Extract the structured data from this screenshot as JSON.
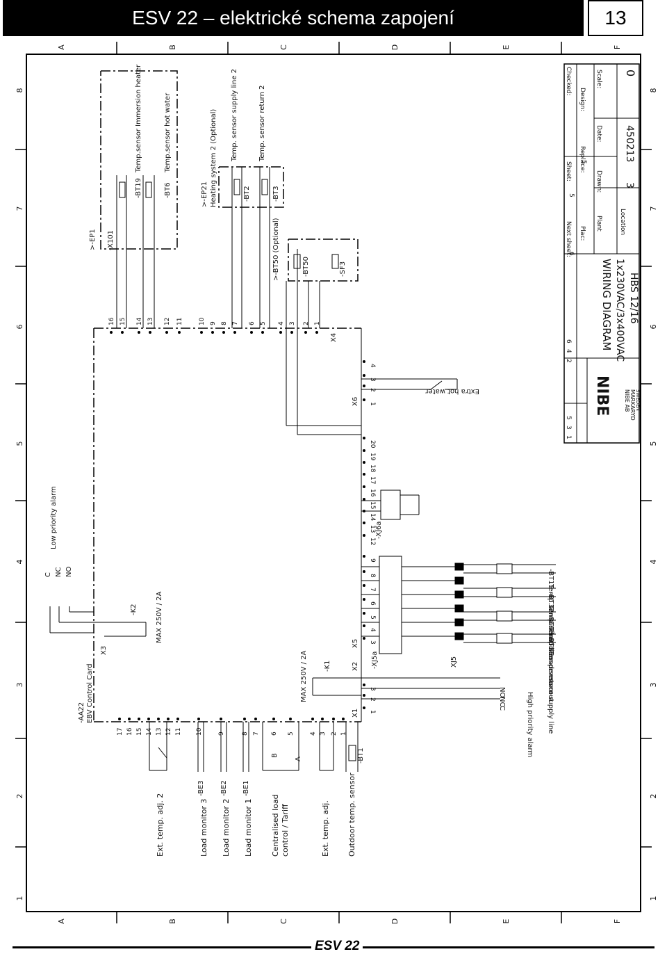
{
  "header": {
    "title": "ESV 22 – elektrické schema zapojení",
    "page_number": "13"
  },
  "footer": {
    "label": "ESV 22"
  },
  "grid": {
    "columns": [
      "A",
      "B",
      "C",
      "D",
      "E",
      "F"
    ],
    "rows": [
      "1",
      "2",
      "3",
      "4",
      "5",
      "6",
      "7",
      "8"
    ]
  },
  "left_labels": [
    {
      "id": "ext2",
      "text": "Ext. temp. adj. 2"
    },
    {
      "id": "lm3",
      "text": "Load monitor 3"
    },
    {
      "id": "lm2",
      "text": "Load monitor 2"
    },
    {
      "id": "lm1",
      "text": "Load monitor 1"
    },
    {
      "id": "cl1",
      "text": "Centralised load"
    },
    {
      "id": "cl2",
      "text": "control / Tariff"
    },
    {
      "id": "ext1",
      "text": "Ext. temp. adj."
    },
    {
      "id": "outdoor",
      "text": "Outdoor temp. sensor"
    }
  ],
  "components": {
    "be3": "-BE3",
    "be2": "-BE2",
    "be1": "-BE1",
    "bt1": "-BT1",
    "k1": "-K1",
    "k2": "-K2",
    "aa22": "-AA22",
    "aa22_desc": "EBV Control Card",
    "x1": "X1",
    "x2": "X2",
    "x3": "X3",
    "x4": "X4",
    "x5": "X5",
    "x6": "X6",
    "xj5a": "-XJ5a",
    "xj6a": "-XJ6a",
    "xj5": "XJ5",
    "max1": "MAX 250V / 2A",
    "max2": "MAX 250V / 2A",
    "low_alarm": "Low priority alarm",
    "high_alarm": "High priority alarm",
    "extra_hot": "Extra hot water",
    "ep1": ">-EP1",
    "x101": "-X101",
    "bt19": "-BT19",
    "bt6": "-BT6",
    "t_imm": "Temp.sensor Immersion heater",
    "t_hot": "Temp.sensor hot water",
    "ep21": ">-EP21",
    "hs2": "Heating system 2 (Optional)",
    "bt2": "-BT2",
    "bt3": "-BT3",
    "t_sup2": "Temp. sensor supply line 2",
    "t_ret2": "Temp. sensor return 2",
    "bt50_opt": ">-BT50 (Optional)",
    "bt50": "-BT50",
    "sf3": "-SF3",
    "bt15": "-BT15",
    "bt12": "-BT12",
    "bt3b": "-BT3",
    "bt2b": "-BT2",
    "t_fluid": "Temp.sensor fluid line",
    "t_cond": "Temp.sensor Condensor out",
    "t_ret": "Temp.sensor return",
    "t_sup": "Temp.sensor supply line",
    "c": "C",
    "nc": "NC",
    "no": "NO",
    "a": "A",
    "b": "B"
  },
  "title_block": {
    "next_sheet": "Next sheet:",
    "next_sheet_val": "6",
    "sheet": "Sheet:",
    "sheet_val": "5",
    "checked": "Checked:",
    "plac": "Plac:",
    "replace": "Replace:",
    "replace_val": "5",
    "design": "Design:",
    "scale": "Scale:",
    "scale_val": "0",
    "plant": "Plant",
    "drawn": "Drawn:",
    "date": "Date:",
    "location": "Location",
    "location_val": "3",
    "date_val": "450213",
    "diagram": "WIRING DIAGRAM",
    "voltage": "1x230VAC/3x400VAC",
    "model": "HBS 12/16",
    "company": "NIBE AB",
    "city": "MARKARYD",
    "country": "SWEDEN",
    "brand": "NIBE",
    "rev_col": [
      "5",
      "3",
      "1"
    ],
    "rev_col2": [
      "6",
      "4",
      "2"
    ]
  }
}
